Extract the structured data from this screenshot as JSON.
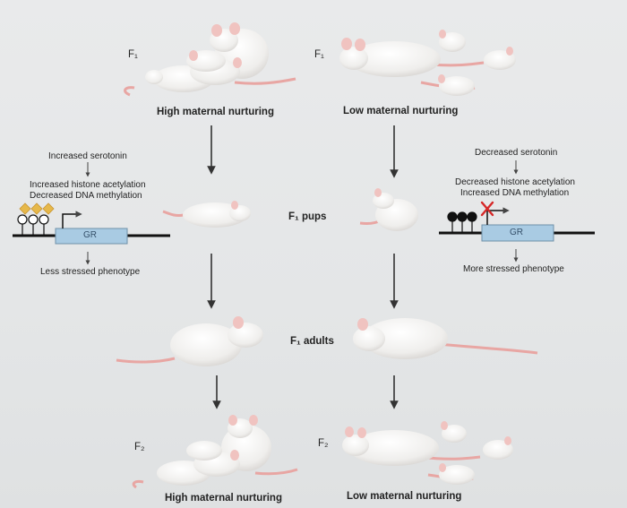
{
  "labels": {
    "f1_left": "F₁",
    "f1_right": "F₁",
    "high_nurturing_top": "High maternal nurturing",
    "low_nurturing_top": "Low maternal nurturing",
    "f1_pups": "F₁ pups",
    "f1_adults": "F₁ adults",
    "f2_left": "F₂",
    "f2_right": "F₂",
    "high_nurturing_bottom": "High maternal nurturing",
    "low_nurturing_bottom": "Low maternal nurturing"
  },
  "left_pathway": {
    "serotonin": "Increased serotonin",
    "acetylation": "Increased histone acetylation",
    "methylation": "Decreased DNA methylation",
    "gene": "GR",
    "phenotype": "Less stressed phenotype"
  },
  "right_pathway": {
    "serotonin": "Decreased serotonin",
    "acetylation": "Decreased histone acetylation",
    "methylation": "Increased DNA methylation",
    "gene": "GR",
    "phenotype": "More stressed phenotype"
  },
  "colors": {
    "gene_box": "#a9cbe3",
    "acetyl_marker": "#e6b84a",
    "methyl_marker": "#222222",
    "block_x": "#d62828",
    "tail": "#e8a6a3",
    "fur": "#f4f3f1"
  }
}
